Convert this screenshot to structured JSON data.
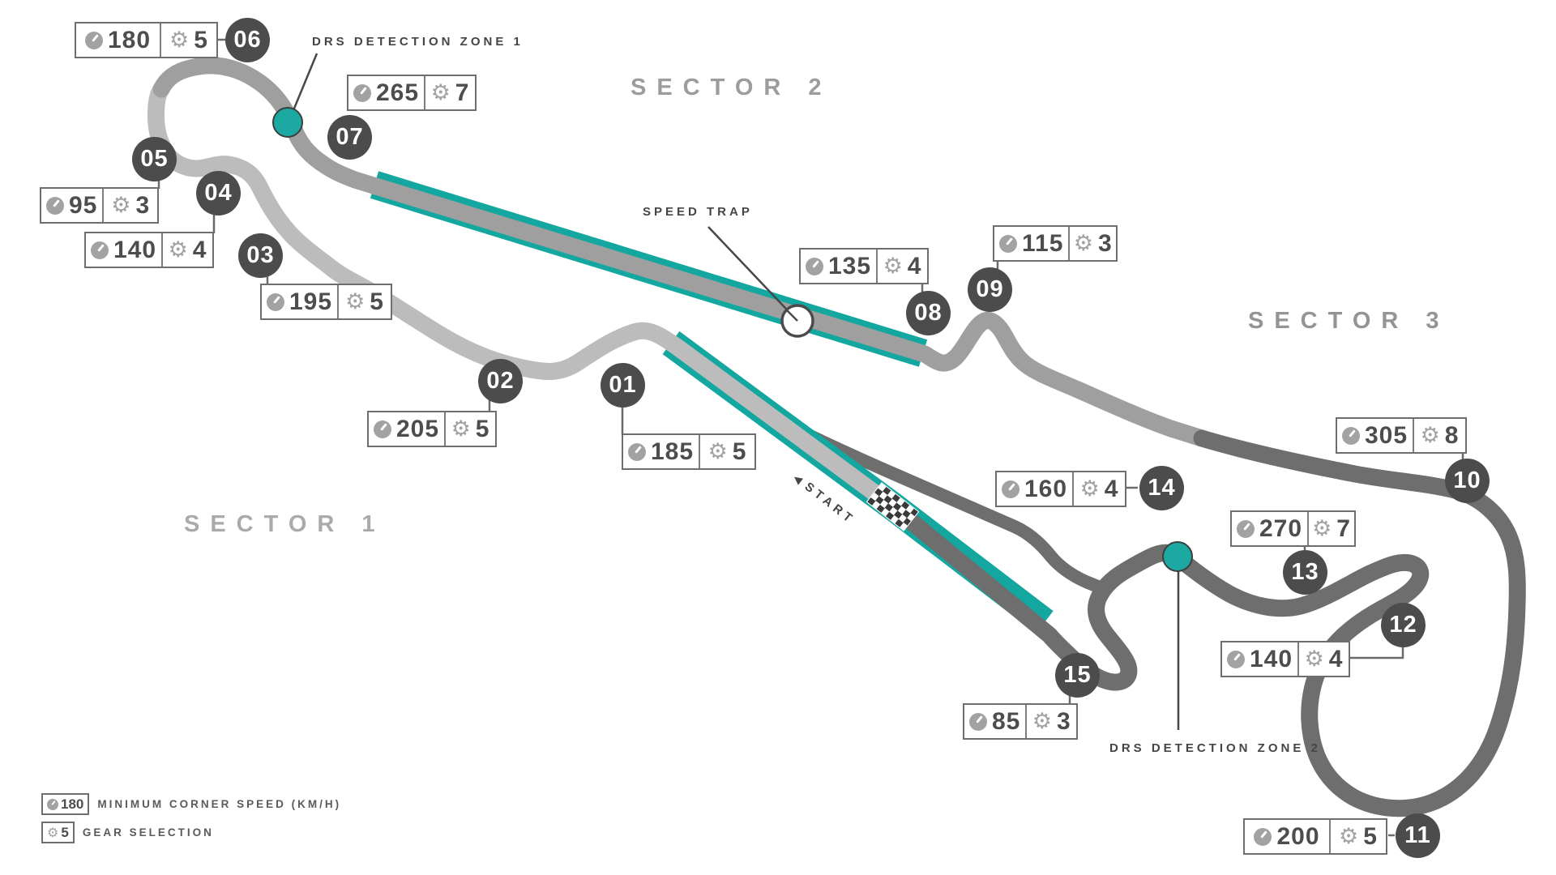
{
  "sectors": [
    {
      "label": "SECTOR 1"
    },
    {
      "label": "SECTOR 2"
    },
    {
      "label": "SECTOR 3"
    }
  ],
  "annotations": {
    "drs_zone_1": "DRS DETECTION ZONE 1",
    "drs_zone_2": "DRS DETECTION ZONE 2",
    "speed_trap": "SPEED TRAP",
    "start_label": "START",
    "start_arrow": "◀"
  },
  "legend": {
    "speed_example": "180",
    "speed_label": "MINIMUM CORNER SPEED (KM/H)",
    "gear_example": "5",
    "gear_label": "GEAR SELECTION"
  },
  "icons": {
    "gear_glyph": "⚙",
    "speed_icon": "speedometer"
  },
  "colors": {
    "teal": "#14a7a0",
    "sector1_track": "#bcbcbc",
    "sector2_track": "#9f9f9f",
    "sector3_track": "#6e6e6e",
    "badge": "#4c4c4c",
    "text": "#4d4d4d"
  },
  "corners": [
    {
      "num": "01",
      "speed": "185",
      "gear": "5"
    },
    {
      "num": "02",
      "speed": "205",
      "gear": "5"
    },
    {
      "num": "03",
      "speed": "195",
      "gear": "5"
    },
    {
      "num": "04",
      "speed": "140",
      "gear": "4"
    },
    {
      "num": "05",
      "speed": "95",
      "gear": "3"
    },
    {
      "num": "06",
      "speed": "180",
      "gear": "5"
    },
    {
      "num": "07",
      "speed": "265",
      "gear": "7"
    },
    {
      "num": "08",
      "speed": "135",
      "gear": "4"
    },
    {
      "num": "09",
      "speed": "115",
      "gear": "3"
    },
    {
      "num": "10",
      "speed": "305",
      "gear": "8"
    },
    {
      "num": "11",
      "speed": "200",
      "gear": "5"
    },
    {
      "num": "12",
      "speed": "140",
      "gear": "4"
    },
    {
      "num": "13",
      "speed": "270",
      "gear": "7"
    },
    {
      "num": "14",
      "speed": "160",
      "gear": "4"
    },
    {
      "num": "15",
      "speed": "85",
      "gear": "3"
    }
  ]
}
